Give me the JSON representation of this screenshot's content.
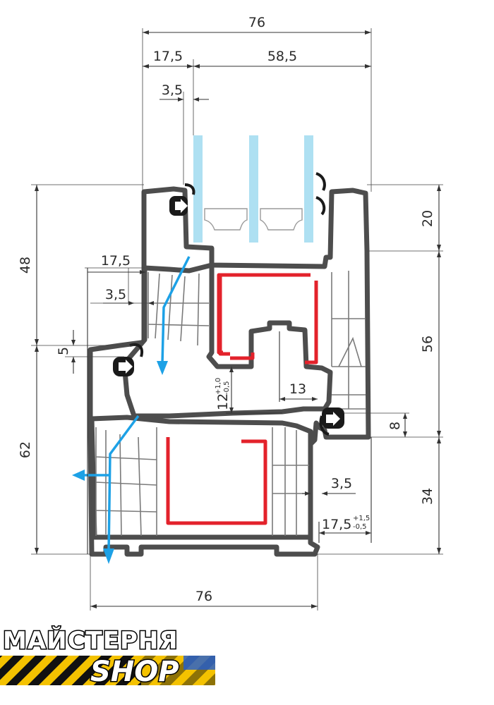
{
  "dimensions": {
    "top_total": "76",
    "top_left": "17,5",
    "top_right": "58,5",
    "top_seal": "3,5",
    "left_upper_height": "48",
    "left_overlap": "5",
    "left_lower_height": "62",
    "mid_left_17": "17,5",
    "mid_left_35": "3,5",
    "gap_main": "12",
    "gap_plus": "+1,0",
    "gap_minus": "-0,5",
    "inner_13": "13",
    "right_20": "20",
    "right_56": "56",
    "right_8": "8",
    "right_34": "34",
    "bottom_35": "3,5",
    "bottom_175_main": "17,5",
    "bottom_175_plus": "+1,5",
    "bottom_175_minus": "-0,5",
    "bottom_total": "76"
  },
  "logo": {
    "line1": "МАЙСТЕРНЯ",
    "line2": "SHOP"
  },
  "colors": {
    "profile": "#4d4d4d",
    "reinforcement": "#e3222b",
    "glass": "#aee0f2",
    "airflow": "#1da1e6",
    "logo_yellow": "#f4c200",
    "logo_blue": "#1e5bd6"
  }
}
